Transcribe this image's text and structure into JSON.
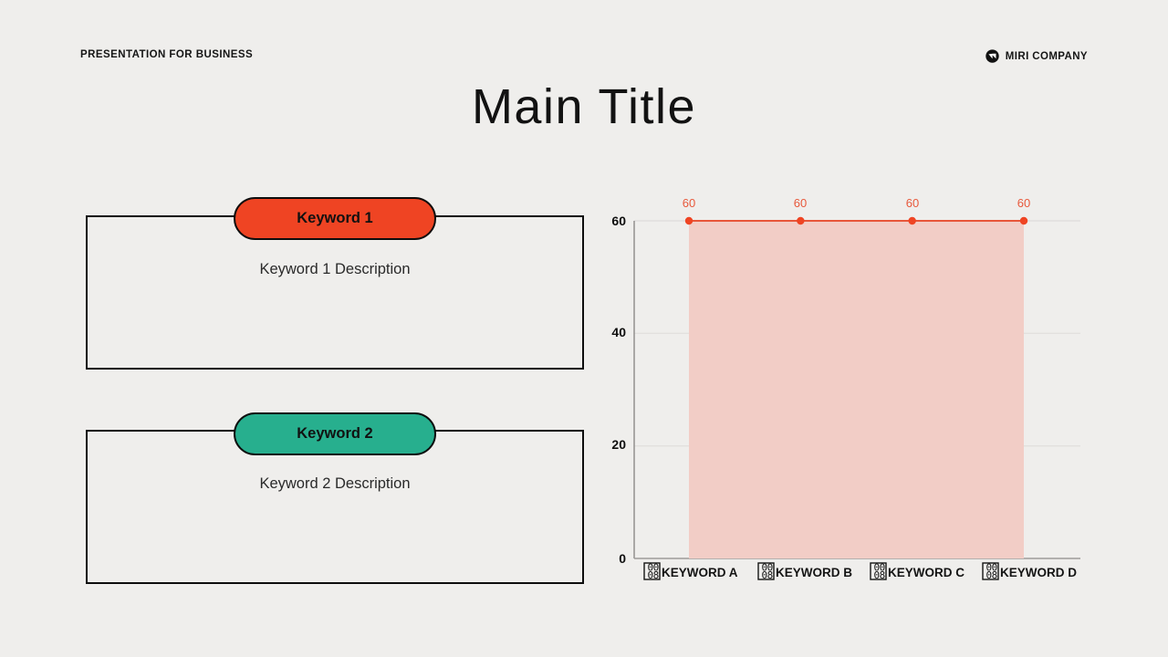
{
  "header": {
    "eyebrow": "PRESENTATION FOR BUSINESS",
    "brand_name": "MIRI COMPANY",
    "brand_icon": "miri-logo-icon"
  },
  "title": "Main Title",
  "cards": [
    {
      "pill_label": "Keyword 1",
      "pill_color": "#EF4423",
      "description": "Keyword 1 Description"
    },
    {
      "pill_label": "Keyword 2",
      "pill_color": "#27AF8E",
      "description": "Keyword 2 Description"
    }
  ],
  "chart_data": {
    "type": "area",
    "title": "",
    "xlabel": "",
    "ylabel": "",
    "categories": [
      "KEYWORD A",
      "KEYWORD B",
      "KEYWORD C",
      "KEYWORD D"
    ],
    "category_icon": "missing-glyph-box",
    "values": [
      60,
      60,
      60,
      60
    ],
    "data_labels": [
      "60",
      "60",
      "60",
      "60"
    ],
    "yticks": [
      "0",
      "20",
      "40",
      "60"
    ],
    "ytick_values": [
      0,
      20,
      40,
      60
    ],
    "ylim": [
      0,
      60
    ],
    "grid": true,
    "legend": "none",
    "line_color": "#E8563A",
    "marker_color": "#EF4423",
    "fill_color": "#F2CDC6",
    "axis_color": "#9A9A9A",
    "grid_color": "#DCDAD8"
  },
  "colors": {
    "background": "#EFEEEC",
    "accent_orange": "#EF4423",
    "accent_teal": "#27AF8E",
    "ink": "#111111"
  }
}
